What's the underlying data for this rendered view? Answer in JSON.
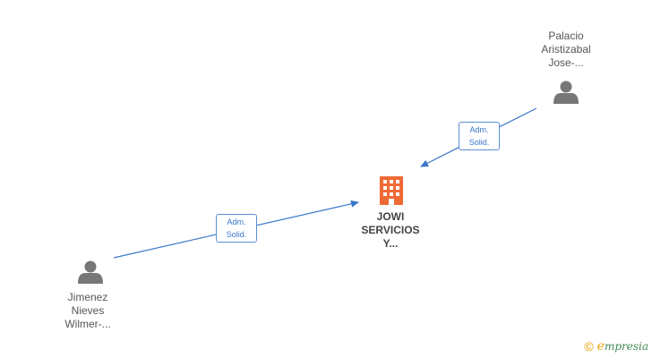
{
  "nodes": {
    "person_top": {
      "lines": [
        "Palacio",
        "Aristizabal",
        "Jose-..."
      ],
      "icon": "person-icon"
    },
    "company": {
      "lines": [
        "JOWI",
        "SERVICIOS",
        "Y..."
      ],
      "icon": "building-icon"
    },
    "person_bottom": {
      "lines": [
        "Jimenez",
        "Nieves",
        "Wilmer-..."
      ],
      "icon": "person-icon"
    }
  },
  "edges": [
    {
      "from": "person_top",
      "to": "company",
      "label": [
        "Adm.",
        "Solid."
      ]
    },
    {
      "from": "person_bottom",
      "to": "company",
      "label": [
        "Adm.",
        "Solid."
      ]
    }
  ],
  "colors": {
    "edge": "#3a76c8",
    "person_icon": "#777777",
    "company_icon": "#f06a35",
    "brand_accent": "#e8a100",
    "brand_text": "#3f8a56"
  },
  "brand": {
    "copyright": "©",
    "first_letter": "e",
    "rest": "mpresia"
  }
}
